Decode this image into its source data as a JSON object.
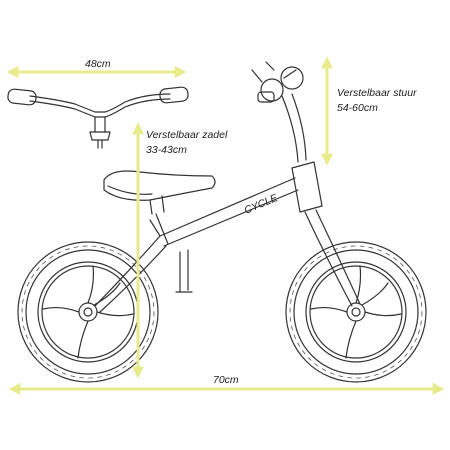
{
  "colors": {
    "dimension": "#e8eb8c",
    "ink": "#333333",
    "background": "#ffffff"
  },
  "dimensions": {
    "handlebar_width": "48cm",
    "handlebar_height_title": "Verstelbaar stuur",
    "handlebar_height_range": "54-60cm",
    "saddle_height_title": "Verstelbaar zadel",
    "saddle_height_range": "33-43cm",
    "total_length": "70cm"
  },
  "frame_logo": "CYCLE"
}
